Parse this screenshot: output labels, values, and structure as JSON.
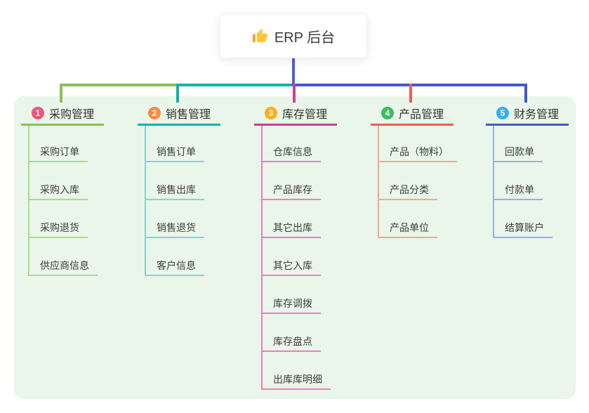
{
  "root": {
    "title": "ERP 后台",
    "icon": "thumbs-up-icon"
  },
  "colors": {
    "canvas_bg": "#ffffff",
    "panel_bg": "#e9f6e9",
    "root_connector": "#5060d2",
    "text": "#3d3d3d",
    "thumb_yellow": "#ffc83d",
    "thumb_cuff": "#e8a33d"
  },
  "branches": [
    {
      "index": "1",
      "label": "采购管理",
      "badge_color": "#f4537e",
      "line_color": "#8bc053",
      "child_line_color": "#afd88c",
      "children": [
        "采购订单",
        "采购入库",
        "采购退货",
        "供应商信息"
      ]
    },
    {
      "index": "2",
      "label": "销售管理",
      "badge_color": "#f98b45",
      "line_color": "#14b1a7",
      "child_line_color": "#82d7cf",
      "children": [
        "销售订单",
        "销售出库",
        "销售退货",
        "客户信息"
      ]
    },
    {
      "index": "3",
      "label": "库存管理",
      "badge_color": "#ffad1a",
      "line_color": "#cc3e92",
      "child_line_color": "#f07cbb",
      "children": [
        "仓库信息",
        "产品库存",
        "其它出库",
        "其它入库",
        "库存调拨",
        "库存盘点",
        "出库库明细"
      ]
    },
    {
      "index": "4",
      "label": "产品管理",
      "badge_color": "#3dbd5b",
      "line_color": "#f25b50",
      "child_line_color": "#f9a29c",
      "children": [
        "产品（物料）",
        "产品分类",
        "产品单位"
      ]
    },
    {
      "index": "5",
      "label": "财务管理",
      "badge_color": "#35aef4",
      "line_color": "#4159c9",
      "child_line_color": "#9fafe0",
      "children": [
        "回款单",
        "付款单",
        "结算账户"
      ]
    }
  ]
}
